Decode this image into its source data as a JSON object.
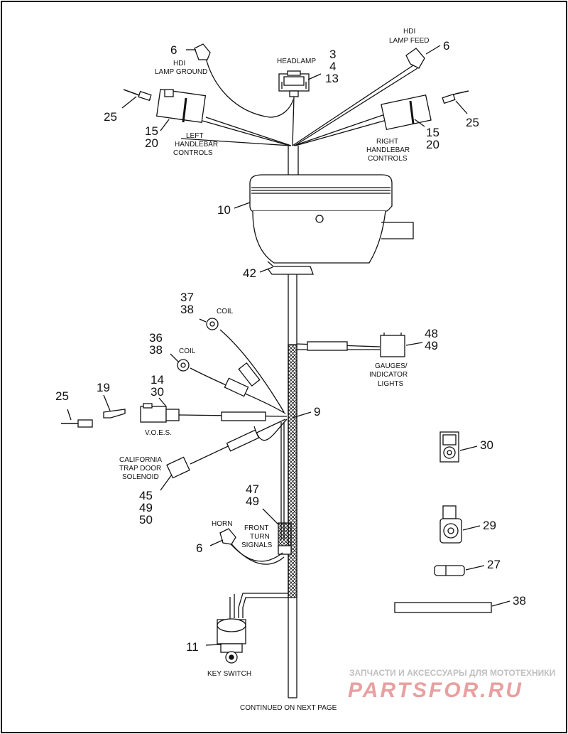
{
  "labels": {
    "hdi_lamp_ground_1": "HDI",
    "hdi_lamp_ground_2": "LAMP GROUND",
    "headlamp": "HEADLAMP",
    "hdi_lamp_feed_1": "HDI",
    "hdi_lamp_feed_2": "LAMP FEED",
    "left_hb_1": "LEFT",
    "left_hb_2": "HANDLEBAR",
    "left_hb_3": "CONTROLS",
    "right_hb_1": "RIGHT",
    "right_hb_2": "HANDLEBAR",
    "right_hb_3": "CONTROLS",
    "coil_1": "COIL",
    "coil_2": "COIL",
    "gauges_1": "GAUGES/",
    "gauges_2": "INDICATOR",
    "gauges_3": "LIGHTS",
    "voes": "V.O.E.S.",
    "cal_1": "CALIFORNIA",
    "cal_2": "TRAP DOOR",
    "cal_3": "SOLENOID",
    "horn": "HORN",
    "fts_1": "FRONT",
    "fts_2": "TURN",
    "fts_3": "SIGNALS",
    "key_switch": "KEY SWITCH",
    "continued": "CONTINUED ON NEXT PAGE"
  },
  "callouts": {
    "n6_a": "6",
    "n3": "3",
    "n4": "4",
    "n13": "13",
    "n6_b": "6",
    "n25_a": "25",
    "n15_a": "15",
    "n20_a": "20",
    "n15_b": "15",
    "n20_b": "20",
    "n25_b": "25",
    "n10": "10",
    "n42": "42",
    "n37": "37",
    "n38_a": "38",
    "n36": "36",
    "n38_b": "38",
    "n48": "48",
    "n49_a": "49",
    "n14": "14",
    "n30_a": "30",
    "n9": "9",
    "n25_c": "25",
    "n19": "19",
    "n45": "45",
    "n49_b": "49",
    "n50": "50",
    "n47": "47",
    "n49_c": "49",
    "n6_c": "6",
    "n30_b": "30",
    "n29": "29",
    "n27": "27",
    "n38_c": "38",
    "n11": "11"
  },
  "watermark": {
    "line1": "ЗАПЧАСТИ И АКСЕССУАРЫ ДЛЯ МОТОТЕХНИКИ",
    "line2": "PARTSFOR.RU",
    "color_text": "#c0c0c0",
    "color_logo": "#e8a0a0"
  },
  "colors": {
    "line": "#111111",
    "sleeve_fill": "#ffffff"
  }
}
